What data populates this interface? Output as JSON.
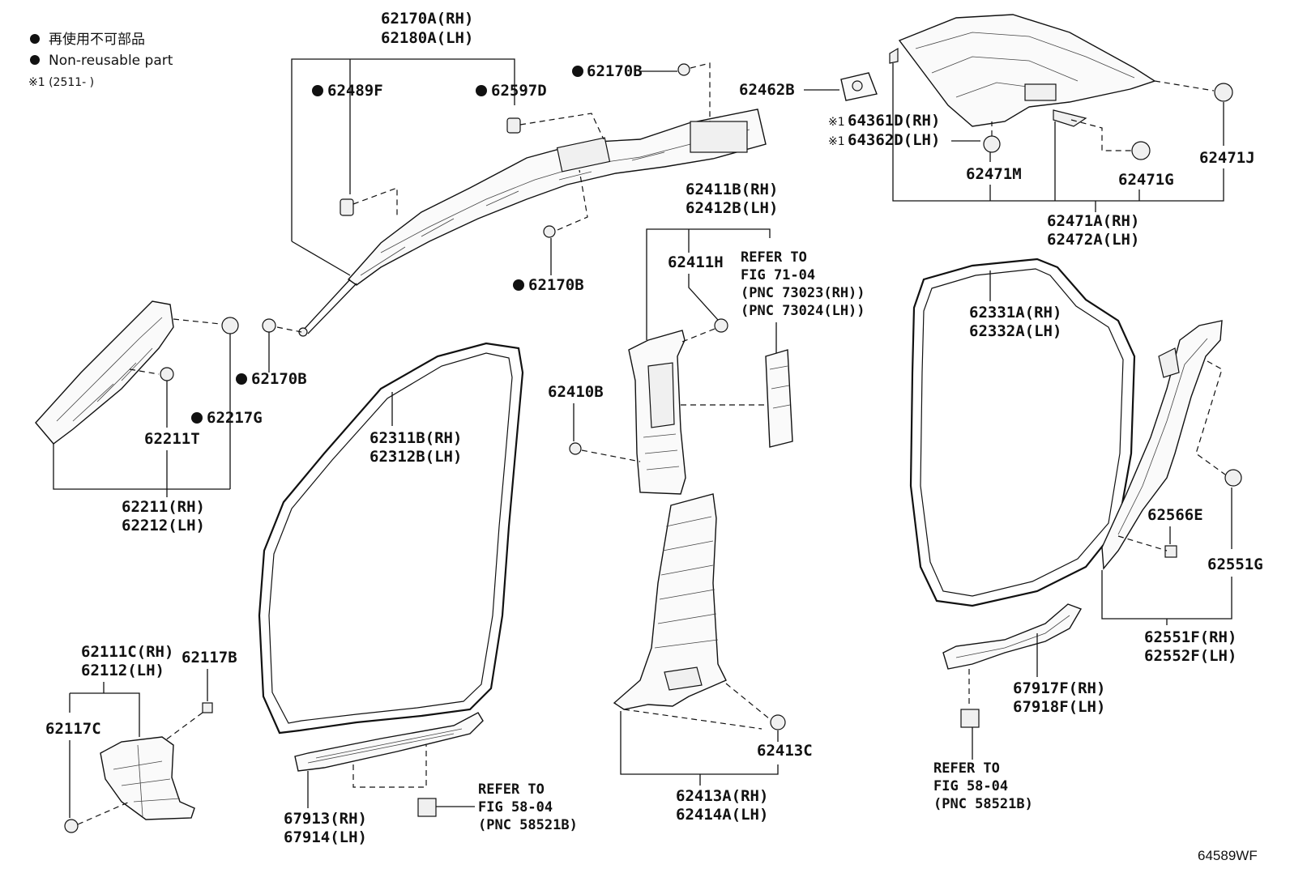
{
  "legend": {
    "non_reusable_jp": "再使用不可部品",
    "non_reusable_en": "Non-reusable part",
    "footnote": "※1 (2511-      )"
  },
  "labels": {
    "p62170A": "62170A(RH)",
    "p62180A": "62180A(LH)",
    "p62489F": "62489F",
    "p62597D": "62597D",
    "p62170B_a": "62170B",
    "p62170B_b": "62170B",
    "p62170B_c": "62170B",
    "p62462B": "62462B",
    "p64361D": "64361D(RH)",
    "p64362D": "64362D(LH)",
    "mark1a": "※1",
    "mark1b": "※1",
    "p62471M": "62471M",
    "p62471G": "62471G",
    "p62471J": "62471J",
    "p62471A": "62471A(RH)",
    "p62472A": "62472A(LH)",
    "p62411B": "62411B(RH)",
    "p62412B": "62412B(LH)",
    "p62411H": "62411H",
    "ref71_1": "REFER TO",
    "ref71_2": "FIG 71-04",
    "ref71_3": "(PNC 73023(RH))",
    "ref71_4": "(PNC 73024(LH))",
    "p62217G": "62217G",
    "p62211T": "62211T",
    "p62211": "62211(RH)",
    "p62212": "62212(LH)",
    "p62311B": "62311B(RH)",
    "p62312B": "62312B(LH)",
    "p62410B": "62410B",
    "p62331A": "62331A(RH)",
    "p62332A": "62332A(LH)",
    "p62566E": "62566E",
    "p62551G": "62551G",
    "p62551F": "62551F(RH)",
    "p62552F": "62552F(LH)",
    "p62111C": "62111C(RH)",
    "p62112": "62112(LH)",
    "p62117B": "62117B",
    "p62117C": "62117C",
    "p67913": "67913(RH)",
    "p67914": "67914(LH)",
    "ref58a_1": "REFER TO",
    "ref58a_2": "FIG 58-04",
    "ref58a_3": "(PNC 58521B)",
    "p62413C": "62413C",
    "p62413A": "62413A(RH)",
    "p62414A": "62414A(LH)",
    "p67917F": "67917F(RH)",
    "p67918F": "67918F(LH)",
    "ref58b_1": "REFER TO",
    "ref58b_2": "FIG 58-04",
    "ref58b_3": "(PNC 58521B)",
    "diagram_code": "64589WF"
  }
}
